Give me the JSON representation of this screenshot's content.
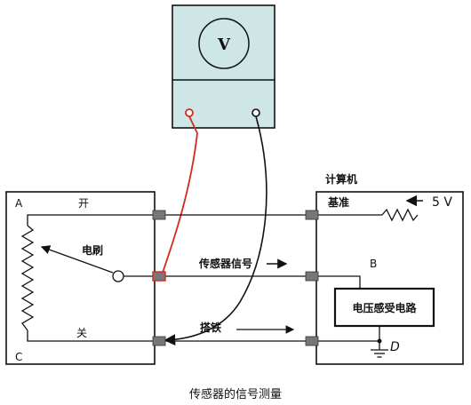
{
  "meter": {
    "symbol": "V"
  },
  "labels": {
    "computer": "计算机",
    "open": "开",
    "close": "关",
    "brush": "电刷",
    "point_a": "A",
    "point_c": "C",
    "reference": "基准",
    "voltage": "5 V",
    "sensor_signal": "传感器信号",
    "ground": "搭铁",
    "point_b": "B",
    "point_d": "D",
    "circuit": "电压感受电路"
  },
  "caption": "传感器的信号测量",
  "colors": {
    "meter_fill": "#cfe6e6",
    "meter_border": "#111111",
    "red_probe": "#d42a1f",
    "connector": "#777777"
  }
}
